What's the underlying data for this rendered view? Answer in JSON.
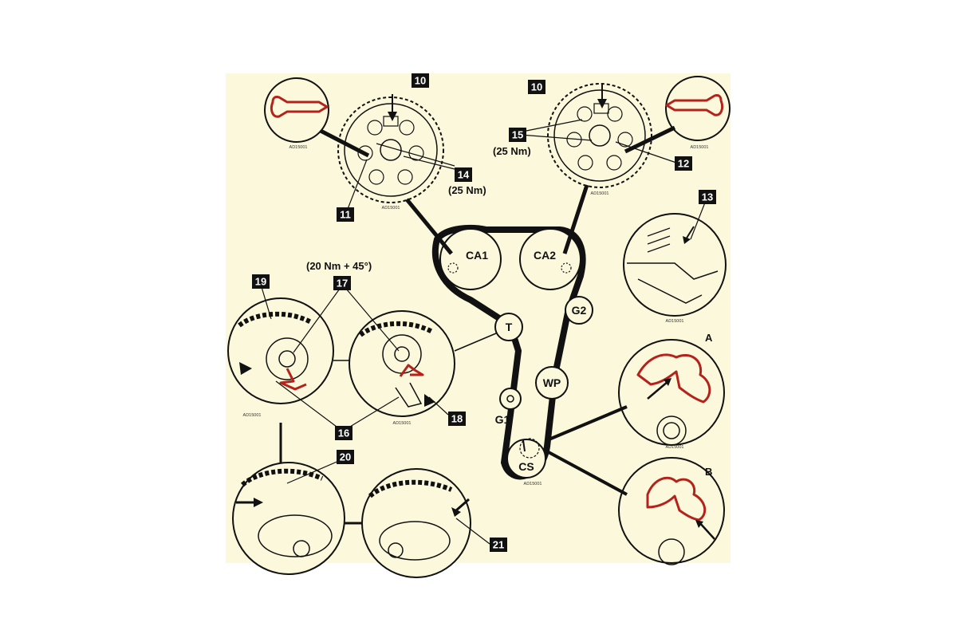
{
  "callouts": {
    "n10a": "10",
    "n10b": "10",
    "n11": "11",
    "n12": "12",
    "n13": "13",
    "n14": "14",
    "n15": "15",
    "n16": "16",
    "n17": "17",
    "n18": "18",
    "n19": "19",
    "n20": "20",
    "n21": "21"
  },
  "torques": {
    "t14": "(25 Nm)",
    "t15": "(25 Nm)",
    "t17": "(20 Nm + 45°)"
  },
  "pulleys": {
    "ca1": "CA1",
    "ca2": "CA2",
    "t": "T",
    "g2": "G2",
    "wp": "WP",
    "g1": "G1",
    "cs": "CS"
  },
  "views": {
    "a": "A",
    "b": "B"
  },
  "part_codes": {
    "c1": "AD15001",
    "c2": "AD15001",
    "c3": "AD15001",
    "c4": "AD15001",
    "c5": "AD15001",
    "c6": "AD15001",
    "c7": "AD15001",
    "c8": "AD15001",
    "c9": "AD15001"
  },
  "colors": {
    "background": "#fbf8dc",
    "line": "#111111",
    "highlight_red": "#b3231b",
    "callout_box": "#111111"
  }
}
